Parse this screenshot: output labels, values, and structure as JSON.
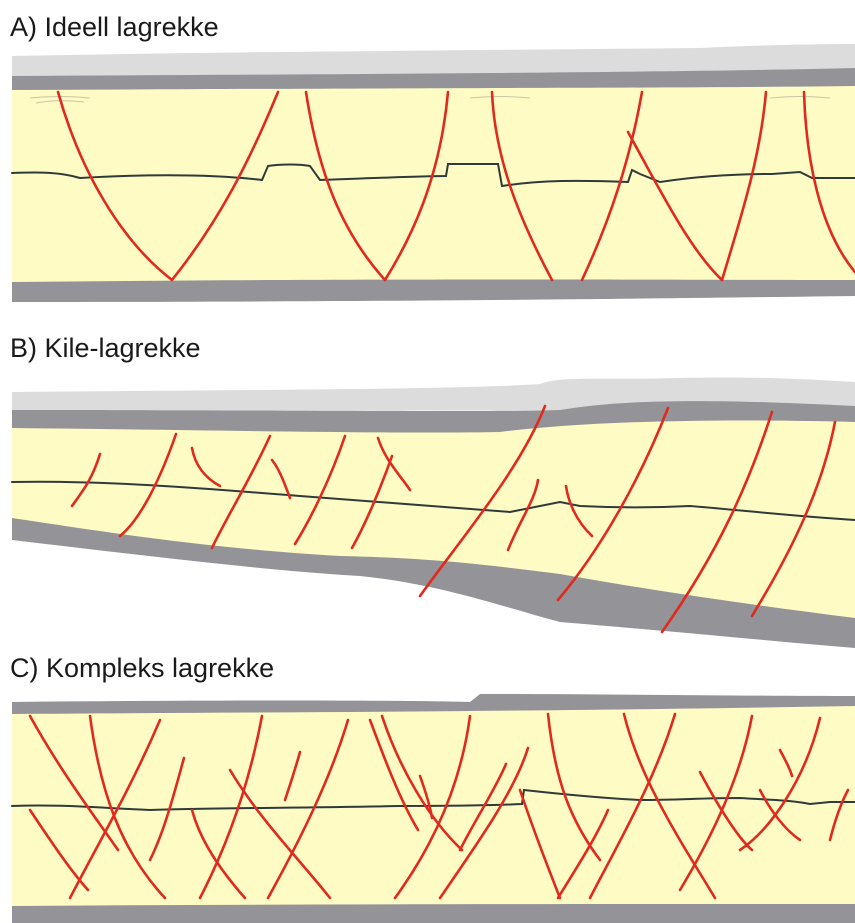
{
  "panels": [
    {
      "id": "A",
      "label": "A) Ideell lagrekke"
    },
    {
      "id": "B",
      "label": "B) Kile-lagrekke"
    },
    {
      "id": "C",
      "label": "C) Kompleks lagrekke"
    }
  ],
  "colors": {
    "cap_light": "#dcdcdc",
    "cap_dark": "#939398",
    "sand": "#fefbc4",
    "horizon": "#2f3a3a",
    "fault": "#e02a1e"
  }
}
